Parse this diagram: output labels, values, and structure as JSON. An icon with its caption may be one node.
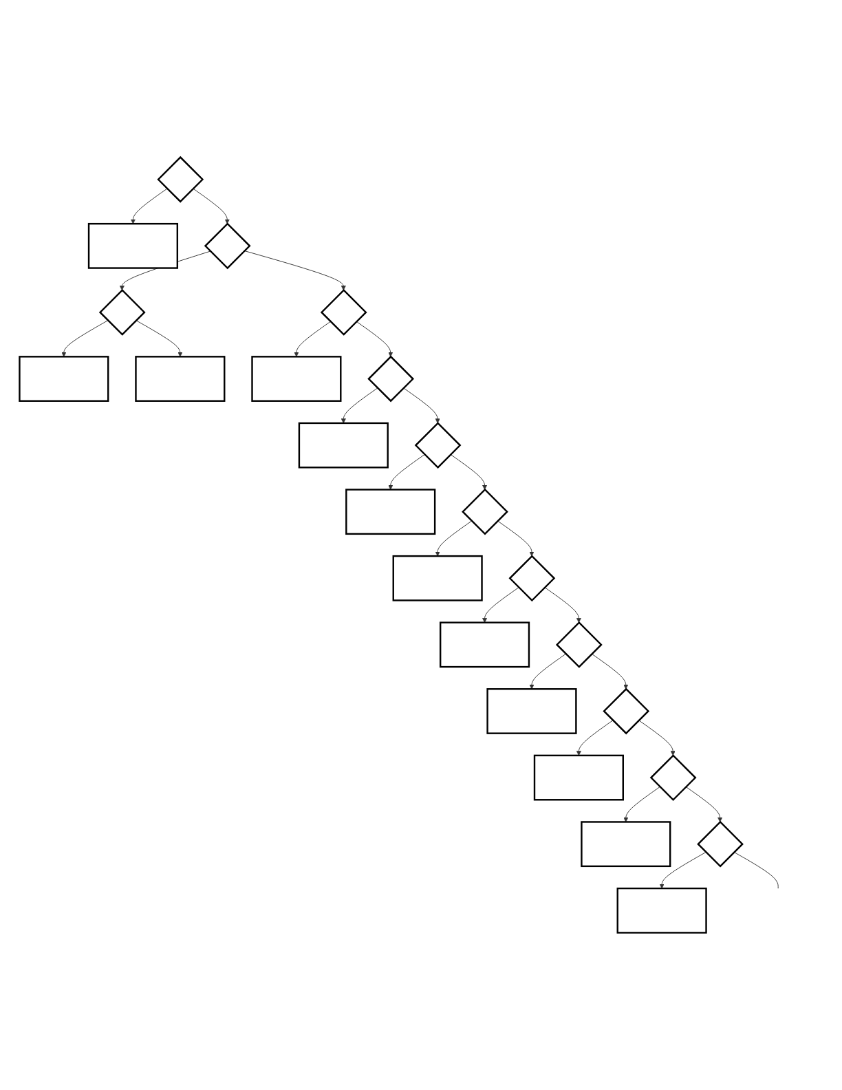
{
  "diagram": {
    "nodes": [
      {
        "text": [],
        "shape": "diamond"
      },
      {
        "text": [],
        "shape": "box"
      },
      {
        "text": [],
        "shape": "box"
      },
      {
        "text": [],
        "shape": "box"
      },
      {
        "text": [],
        "shape": "diamond"
      },
      {
        "text": [],
        "shape": "diamond"
      },
      {
        "text": [],
        "shape": "diamond"
      },
      {
        "text": [],
        "shape": "box"
      },
      {
        "text": [],
        "shape": "diamond"
      },
      {
        "text": [],
        "shape": "box"
      },
      {
        "text": [],
        "shape": "diamond"
      },
      {
        "text": [],
        "shape": "box"
      },
      {
        "text": [],
        "shape": "diamond"
      },
      {
        "text": [],
        "shape": "box"
      },
      {
        "text": [],
        "shape": "diamond"
      },
      {
        "text": [],
        "shape": "box"
      },
      {
        "text": [],
        "shape": "diamond"
      },
      {
        "text": [],
        "shape": "box"
      },
      {
        "text": [],
        "shape": "diamond"
      },
      {
        "text": [],
        "shape": "box"
      },
      {
        "text": [],
        "shape": "diamond"
      },
      {
        "text": [],
        "shape": "box"
      },
      {
        "text": [],
        "shape": "diamond"
      },
      {
        "text": [],
        "shape": "box"
      }
    ],
    "edges": [
      {
        "from": 0,
        "to": 1,
        "arrow": "to"
      },
      {
        "from": 0,
        "to": 4,
        "arrow": "to"
      },
      {
        "from": 4,
        "to": 5,
        "arrow": "to"
      },
      {
        "from": 5,
        "to": 2,
        "arrow": "to"
      },
      {
        "from": 5,
        "to": 3,
        "arrow": "to"
      },
      {
        "from": 4,
        "to": 6,
        "arrow": "to"
      },
      {
        "from": 6,
        "to": 7,
        "arrow": "to"
      },
      {
        "from": 6,
        "to": 8,
        "arrow": "to"
      },
      {
        "from": 8,
        "to": 9,
        "arrow": "to"
      },
      {
        "from": 8,
        "to": 10,
        "arrow": "to"
      },
      {
        "from": 10,
        "to": 11,
        "arrow": "to"
      },
      {
        "from": 10,
        "to": 12,
        "arrow": "to"
      },
      {
        "from": 12,
        "to": 13,
        "arrow": "to"
      },
      {
        "from": 12,
        "to": 14,
        "arrow": "to"
      },
      {
        "from": 14,
        "to": 15,
        "arrow": "to"
      },
      {
        "from": 14,
        "to": 16,
        "arrow": "to"
      },
      {
        "from": 16,
        "to": 17,
        "arrow": "to"
      },
      {
        "from": 16,
        "to": 18,
        "arrow": "to"
      },
      {
        "from": 18,
        "to": 19,
        "arrow": "to"
      },
      {
        "from": 18,
        "to": 20,
        "arrow": "to"
      },
      {
        "from": 20,
        "to": 21,
        "arrow": "to"
      },
      {
        "from": 20,
        "to": 22,
        "arrow": "to"
      },
      {
        "from": 22,
        "to": 23,
        "arrow": "to"
      },
      {
        "from": 22,
        "to": null,
        "arrow": "none"
      }
    ]
  }
}
